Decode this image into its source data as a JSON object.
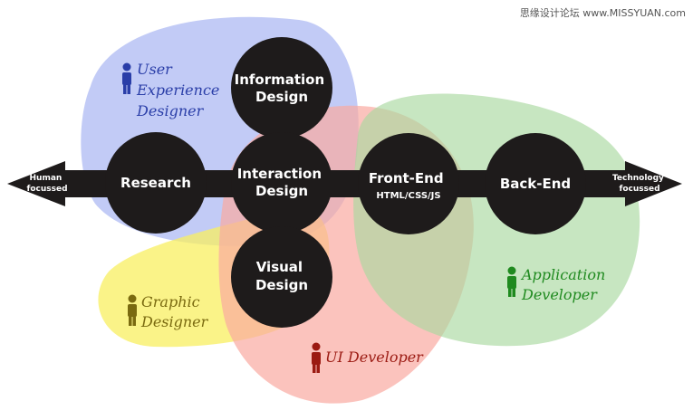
{
  "watermark": "思缘设计论坛 www.MISSYUAN.com",
  "axis": {
    "left_label": [
      "Human",
      "focussed"
    ],
    "right_label": [
      "Technology",
      "focussed"
    ]
  },
  "nodes": {
    "research": [
      "Research"
    ],
    "information_design": [
      "Information",
      "Design"
    ],
    "interaction_design": [
      "Interaction",
      "Design"
    ],
    "visual_design": [
      "Visual",
      "Design"
    ],
    "front_end": [
      "Front-End",
      "HTML/CSS/JS"
    ],
    "back_end": [
      "Back-End"
    ]
  },
  "roles": {
    "ux_designer": {
      "lines": [
        "User",
        "Experience",
        "Designer"
      ],
      "color": "#2a3ea8"
    },
    "graphic_designer": {
      "lines": [
        "Graphic",
        "Designer"
      ],
      "color": "#7a6a10"
    },
    "ui_developer": {
      "lines": [
        "UI Developer"
      ],
      "color": "#9b1a12"
    },
    "application_developer": {
      "lines": [
        "Application",
        "Developer"
      ],
      "color": "#1f8a1f"
    }
  },
  "colors": {
    "ux_blob": "#aebaf3",
    "graphic_blob": "#f8ef60",
    "ui_blob": "#f9a9a1",
    "app_blob": "#a9d8a0",
    "node_fill": "#1e1b1b",
    "arrow_fill": "#1e1b1b"
  }
}
